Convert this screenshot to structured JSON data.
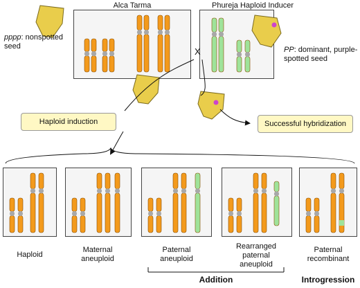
{
  "parents": {
    "left_title": "Alca Tarma",
    "right_title": "Phureja Haploid Inducer",
    "cross_symbol": "X",
    "left_genotype": "pppp",
    "left_desc_line1": ": nonspotted",
    "left_desc_line2": "seed",
    "right_genotype": "PP",
    "right_desc_line1": ": dominant, purple-",
    "right_desc_line2": "spotted seed"
  },
  "outcomes": {
    "haploid_induction": "Haploid induction",
    "successful_hybridization": "Successful hybridization"
  },
  "results": [
    {
      "line1": "Haploid",
      "line2": "",
      "line3": ""
    },
    {
      "line1": "Maternal",
      "line2": "aneuploid",
      "line3": ""
    },
    {
      "line1": "Paternal",
      "line2": "aneuploid",
      "line3": ""
    },
    {
      "line1": "Rearranged",
      "line2": "paternal",
      "line3": "aneuploid"
    },
    {
      "line1": "Paternal",
      "line2": "recombinant",
      "line3": ""
    }
  ],
  "groups": {
    "addition": "Addition",
    "introgression": "Introgression"
  },
  "colors": {
    "orange_chromosome": "#f39a1c",
    "green_chromosome": "#9fe39a",
    "seed_yellow": "#e9cd4b",
    "purple_spot": "#cc44cc",
    "label_fill": "#fff8c4",
    "panel_fill": "#f5f5f5"
  }
}
